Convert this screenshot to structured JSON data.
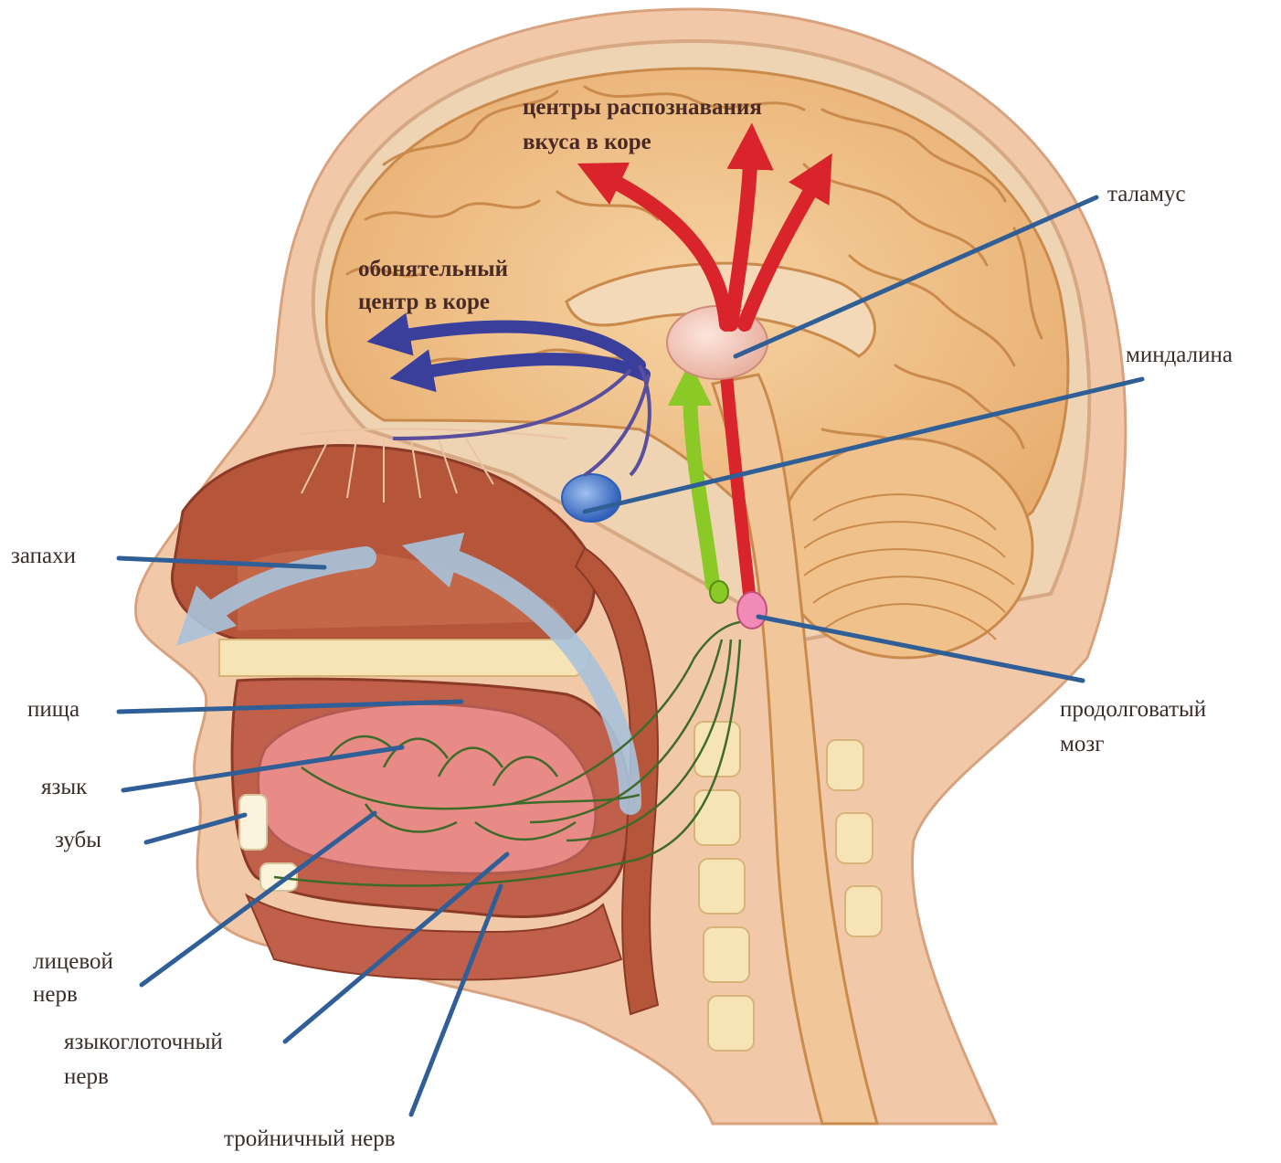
{
  "labels": {
    "taste_centers": [
      "центры распознавания",
      "вкуса в коре"
    ],
    "olfactory_center": [
      "обонятельный",
      "центр в коре"
    ],
    "thalamus": "таламус",
    "amygdala": "миндалина",
    "smells": "запахи",
    "food": "пища",
    "tongue": "язык",
    "teeth": "зубы",
    "facial_nerve": [
      "лицевой",
      "нерв"
    ],
    "glossopharyngeal_nerve": [
      "языкоглоточный",
      "нерв"
    ],
    "trigeminal_nerve": "тройничный нерв",
    "medulla": [
      "продолговатый",
      "мозг"
    ]
  },
  "colors": {
    "skin": "#f2c9a8",
    "skin_dark": "#d9a27e",
    "brain": "#f1c58c",
    "brain_fold": "#c98a4c",
    "cavity": "#b5553a",
    "taste_arrow": "#d8242a",
    "smell_arrow": "#3b3f9c",
    "green_path": "#8ac926",
    "leader_line": "#2f5f96",
    "air_arrow": "#a9c3dc",
    "amygdala": "#4a7bd0",
    "thalamus": "#f7d1c4",
    "nerve": "#3f6b2a"
  }
}
